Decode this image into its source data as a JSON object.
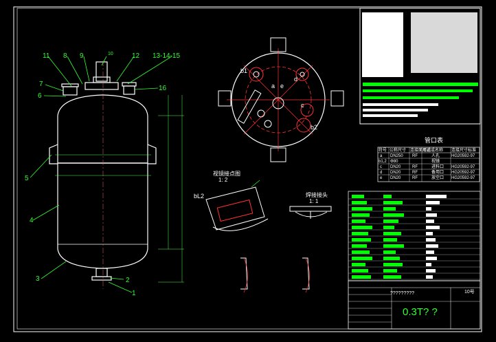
{
  "part_labels": [
    "11",
    "8",
    "9",
    "10",
    "12",
    "13-14-15",
    "16",
    "7",
    "6",
    "5",
    "4",
    "3",
    "2",
    "1"
  ],
  "nozzle_letters": [
    "b1",
    "a",
    "e",
    "d",
    "c",
    "b2"
  ],
  "detail_a": {
    "title": "视镜接点图",
    "scale": "1: 2",
    "tag": "bL2"
  },
  "detail_b": {
    "title": "焊接接头",
    "scale": "1: 1"
  },
  "nozzle_table": {
    "title": "管口表",
    "headers": [
      "符号",
      "公称尺寸",
      "连接面形式",
      "用途或名称",
      "连接尺寸标准"
    ],
    "rows": [
      [
        "a",
        "DN250",
        "RF",
        "人孔",
        "HG20592-97"
      ],
      [
        "b1,2",
        "Φ80",
        "",
        "视镜",
        ""
      ],
      [
        "c",
        "DN20",
        "RF",
        "进料口",
        "HG20592-97"
      ],
      [
        "d",
        "DN20",
        "RF",
        "备用口",
        "HG20592-97"
      ],
      [
        "e",
        "DN20",
        "RF",
        "放空口",
        "HG20592-97"
      ]
    ]
  },
  "title_block": {
    "drawing_title": "0.3T? ?",
    "sheet_no": "10号",
    "code": "?????????"
  },
  "colors": {
    "bg": "#000000",
    "line": "#ffffff",
    "leader": "#33ff33",
    "hatch": "#ff3333",
    "fill": "#00ff00",
    "dim": "#55ff55"
  }
}
